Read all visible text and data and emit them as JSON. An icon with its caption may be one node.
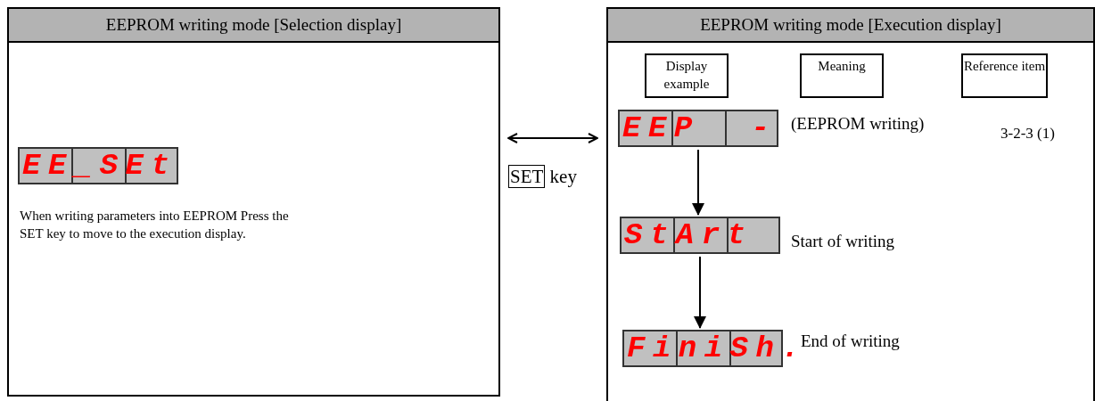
{
  "diagram": {
    "nodes": [
      {
        "text": [
          "EEPROM writing mode [Selection display]",
          "When writing parameters into EEPROM Press the SET key to move to the execution display."
        ]
      },
      {
        "text": [
          "EE_SEt"
        ],
        "in": 0
      },
      {
        "text": [
          "EEPROM writing mode [Execution display]"
        ]
      },
      {
        "text": [
          "Display example"
        ],
        "in": 2
      },
      {
        "text": [
          "Meaning"
        ],
        "in": 2
      },
      {
        "text": [
          "Reference item"
        ],
        "in": 2
      },
      {
        "text": [
          "EEP  -"
        ],
        "in": 2,
        "beside": [
          "(EEPROM writing)"
        ]
      },
      {
        "text": [
          "StArt"
        ],
        "in": 2,
        "beside": [
          "Start of writing"
        ]
      },
      {
        "text": [
          "FiniSh."
        ],
        "in": 2,
        "beside": [
          "End of writing"
        ]
      }
    ],
    "edges": [
      {
        "from": 0,
        "to": 2,
        "arrow": "both",
        "label": "SET key"
      },
      {
        "from": 6,
        "to": 7,
        "arrow": "to"
      },
      {
        "from": 7,
        "to": 8,
        "arrow": "to"
      }
    ],
    "labels": [
      "3-2-3 (1)"
    ]
  }
}
